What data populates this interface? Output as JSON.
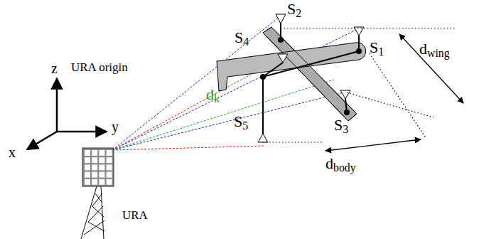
{
  "diagram": {
    "labels": [
      "S2",
      "URA origin",
      "S4",
      "S1",
      "z",
      "dwing",
      "y",
      "dk",
      "x",
      "S5",
      "S3",
      "dbody",
      "URA"
    ]
  }
}
